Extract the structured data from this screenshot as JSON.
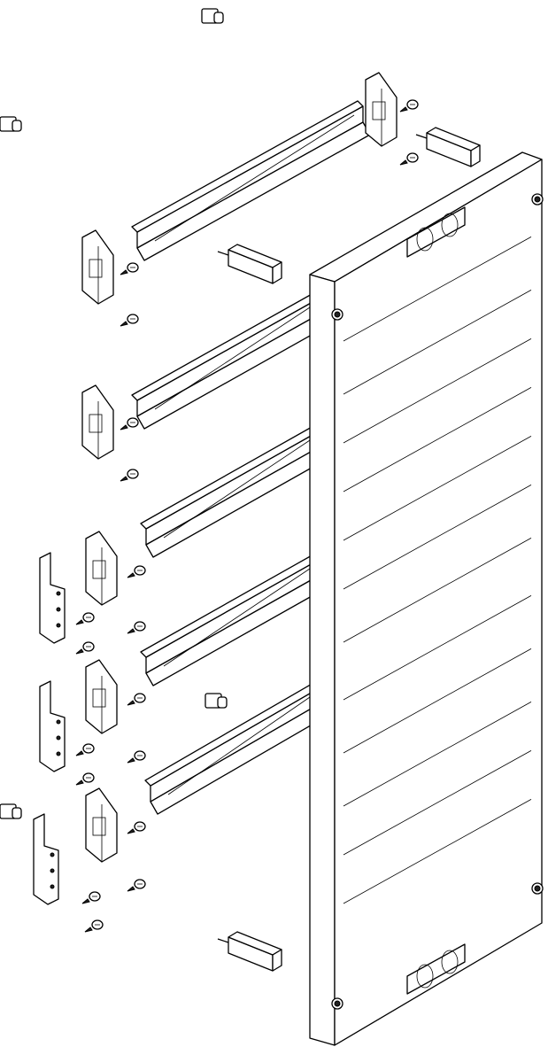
{
  "diagram": {
    "type": "exploded-assembly",
    "colors": {
      "line": "#000000",
      "background": "#ffffff"
    },
    "parts": {
      "cover_panel": 1,
      "mounting_rails": 5,
      "rail_brackets": 6,
      "side_clips": 3,
      "connector_blocks": 3,
      "plugs": 4
    }
  }
}
